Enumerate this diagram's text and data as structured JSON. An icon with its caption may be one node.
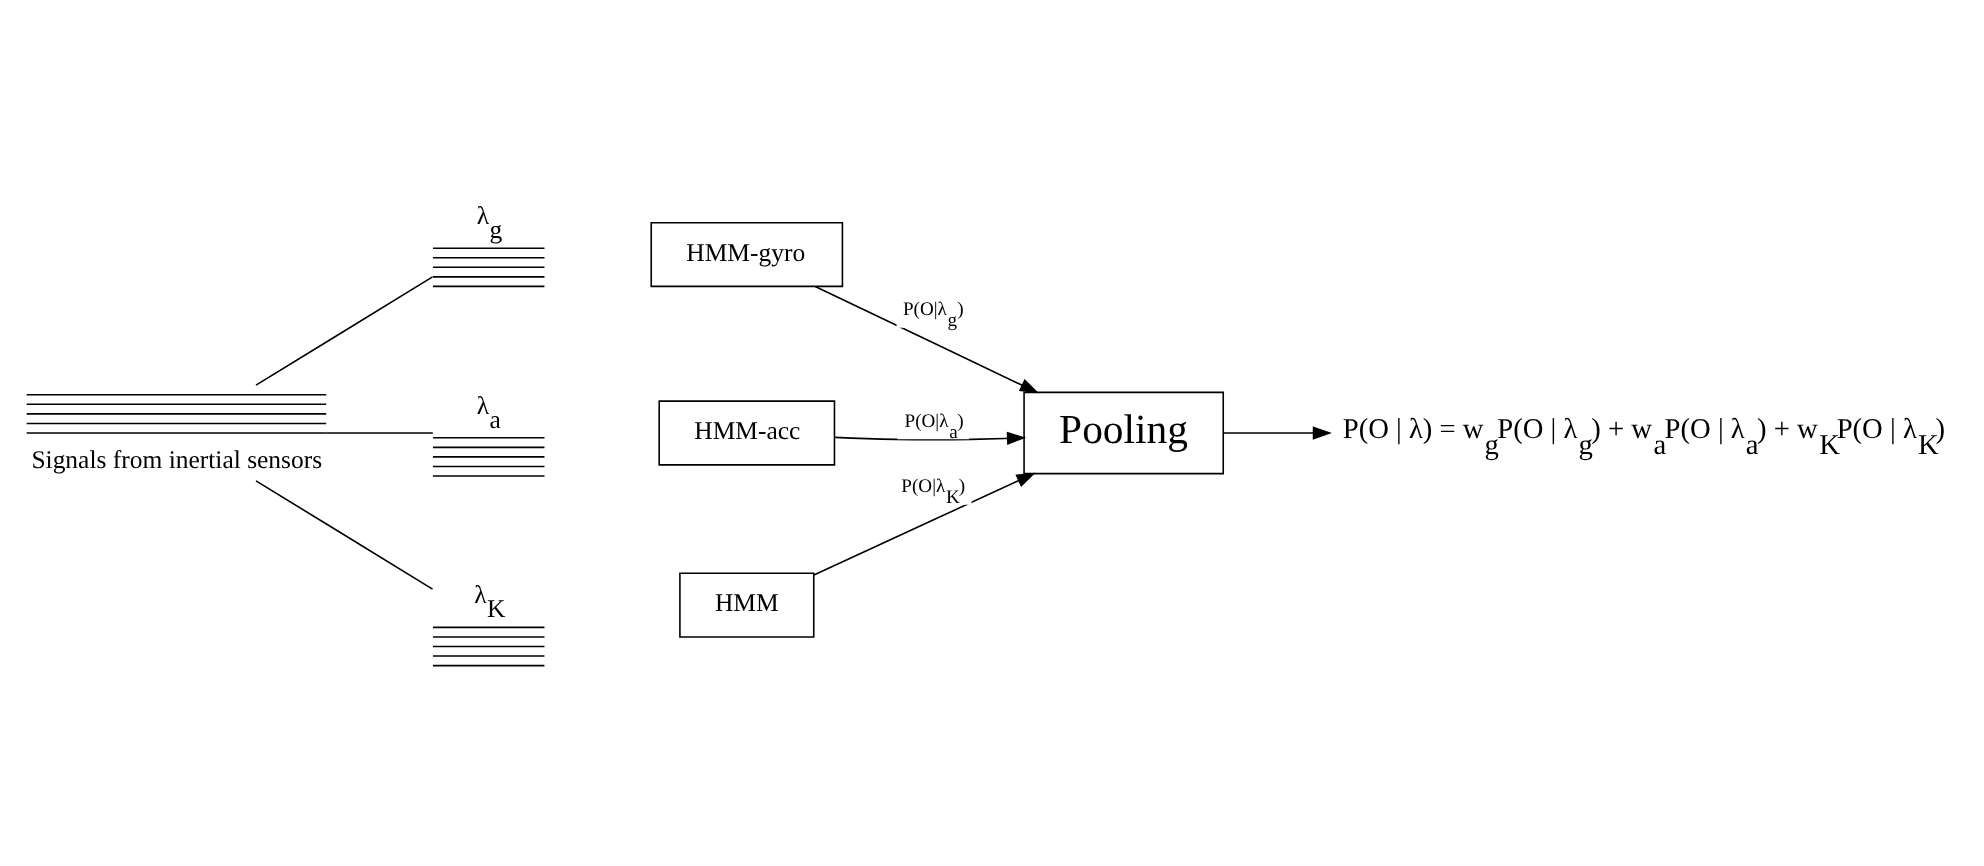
{
  "diagram": {
    "nodes": [
      {
        "text": [
          "Signals from inertial sensors"
        ]
      },
      {
        "text": [
          "λ$_{g}$"
        ]
      },
      {
        "text": [
          "λ$_{a}$"
        ]
      },
      {
        "text": [
          "λ$_{K}$"
        ]
      },
      {
        "text": [
          "HMM-gyro"
        ]
      },
      {
        "text": [
          "HMM-acc"
        ]
      },
      {
        "text": [
          "HMM"
        ]
      },
      {
        "text": [
          "Pooling"
        ]
      },
      {
        "text": [
          "P(O | λ) = w$_{g}$P(O | λ$_{g}$) + w$_{a}$P(O | λ$_{a}$) + w$_{K}$P(O | λ$_{K}$)"
        ]
      }
    ],
    "edges": [
      {
        "from": 0,
        "to": 1,
        "arrow": "none"
      },
      {
        "from": 0,
        "to": 2,
        "arrow": "none"
      },
      {
        "from": 0,
        "to": 3,
        "arrow": "none"
      },
      {
        "from": 4,
        "to": 7,
        "arrow": "to",
        "label": "P(O|λ$_{g}$)"
      },
      {
        "from": 5,
        "to": 7,
        "arrow": "to",
        "label": "P(O|λ$_{a}$)"
      },
      {
        "from": 6,
        "to": 7,
        "arrow": "to",
        "label": "P(O|λ$_{K}$)"
      },
      {
        "from": 7,
        "to": 8,
        "arrow": "to"
      }
    ]
  }
}
